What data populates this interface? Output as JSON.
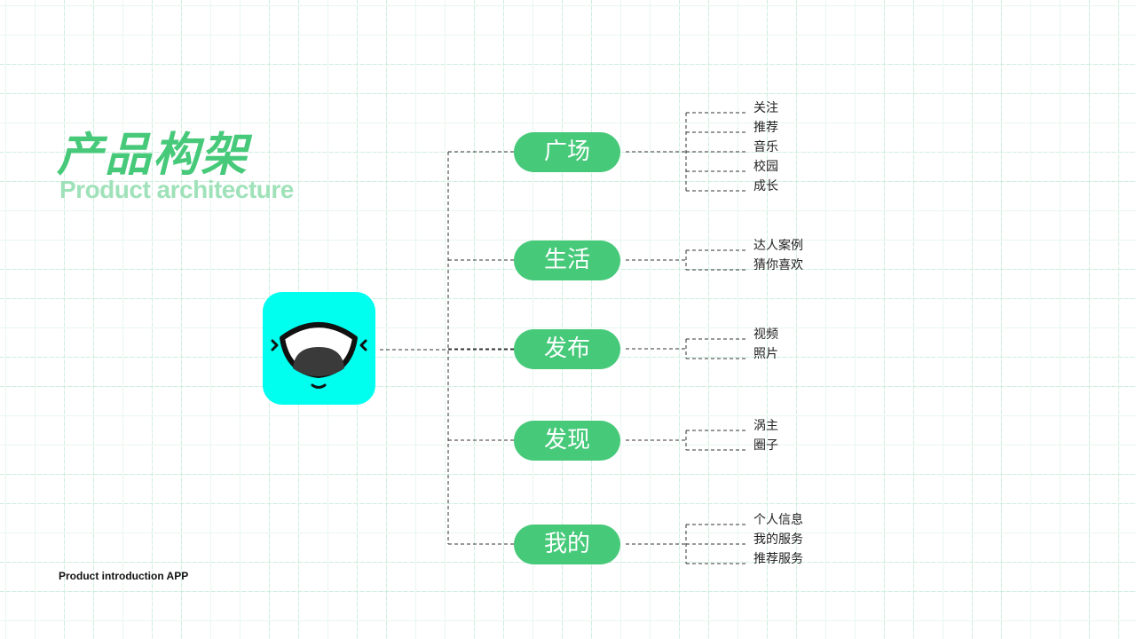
{
  "title": "产品构架",
  "subtitle": "Product architecture",
  "footer": "Product introduction APP",
  "colors": {
    "accent": "#47c97a",
    "subtitle": "#9fe2b9",
    "icon_bg": "#00ffee",
    "grid": "#cdeedd"
  },
  "icon": "app-mascot-icon",
  "branches": [
    {
      "label": "广场",
      "children": [
        "关注",
        "推荐",
        "音乐",
        "校园",
        "成长"
      ]
    },
    {
      "label": "生活",
      "children": [
        "达人案例",
        "猜你喜欢"
      ]
    },
    {
      "label": "发布",
      "children": [
        "视频",
        "照片"
      ]
    },
    {
      "label": "发现",
      "children": [
        "涡主",
        "圈子"
      ]
    },
    {
      "label": "我的",
      "children": [
        "个人信息",
        "我的服务",
        "推荐服务"
      ]
    }
  ]
}
